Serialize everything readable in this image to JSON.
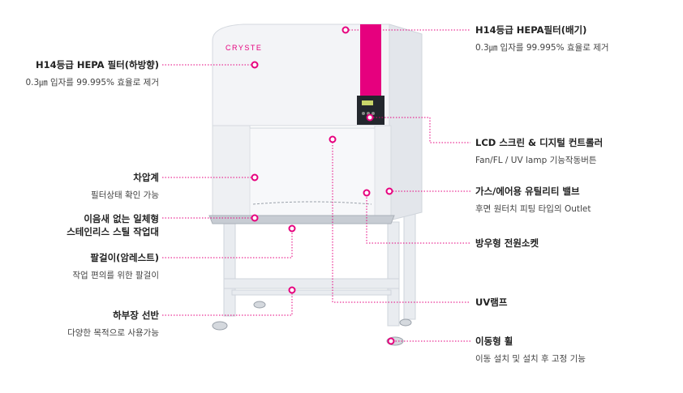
{
  "colors": {
    "accent": "#e6007e",
    "leader": "#e6007e",
    "cabinet_body": "#f1f3f6",
    "cabinet_shadow": "#d9dde3",
    "frame": "#e9ecf0"
  },
  "device": {
    "brand": "CRYSTE"
  },
  "callouts_left": [
    {
      "title": "H14등급 HEPA 필터(하방향)",
      "desc": "0.3㎛ 입자를 99.995% 효율로 제거"
    },
    {
      "title": "차압계",
      "desc": "필터상태 확인 가능"
    },
    {
      "title": "이음새 없는 일체형",
      "title2": "스테인리스 스틸 작업대"
    },
    {
      "title": "팔걸이(암레스트)",
      "desc": "작업 편의를 위한 팔걸이"
    },
    {
      "title": "하부장 선반",
      "desc": "다양한 목적으로 사용가능"
    }
  ],
  "callouts_right": [
    {
      "title": "H14등급 HEPA필터(배기)",
      "desc": "0.3㎛ 입자를 99.995% 효율로 제거"
    },
    {
      "title": "LCD 스크린 & 디지털 컨트롤러",
      "desc": "Fan/FL / UV lamp 기능작동버튼"
    },
    {
      "title": "가스/에어용 유틸리티 밸브",
      "desc": "후면 원터치 피팅 타입의 Outlet"
    },
    {
      "title": "방우형 전원소켓"
    },
    {
      "title": "UV램프"
    },
    {
      "title": "이동형 휠",
      "desc": "이동 설치 및 설치 후 고정 기능"
    }
  ]
}
